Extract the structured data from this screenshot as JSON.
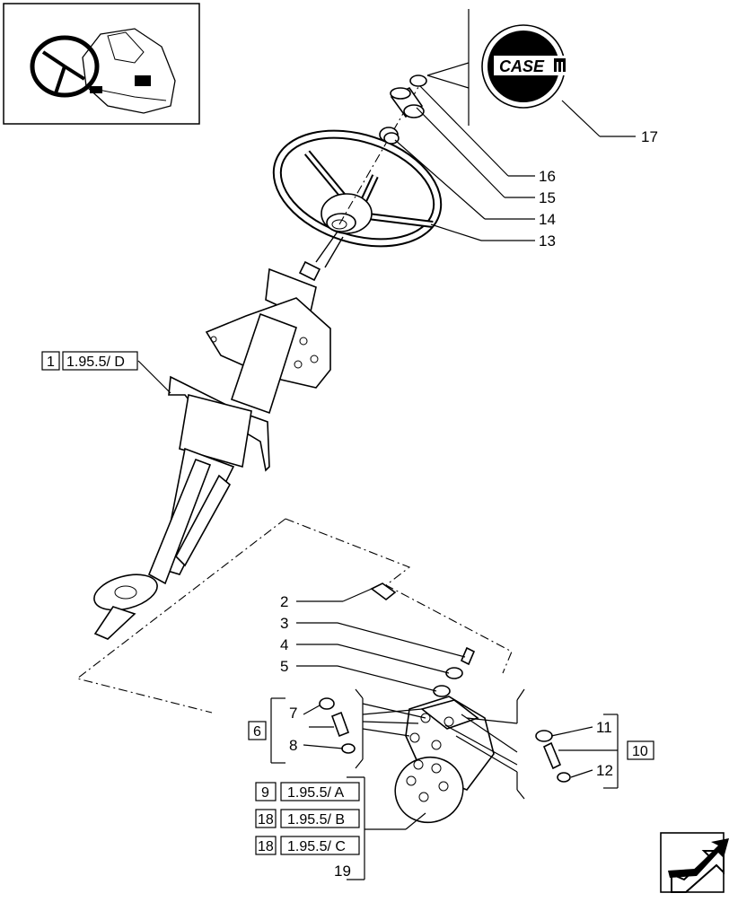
{
  "logo": {
    "brand_text": "CASE"
  },
  "callouts": {
    "c2": "2",
    "c3": "3",
    "c4": "4",
    "c5": "5",
    "c7": "7",
    "c8": "8",
    "c11": "11",
    "c12": "12",
    "c13": "13",
    "c14": "14",
    "c15": "15",
    "c16": "16",
    "c17": "17",
    "c19": "19"
  },
  "ref_boxes": {
    "r1": {
      "num": "1",
      "ref": "1.95.5/ D"
    },
    "r6": {
      "num": "6"
    },
    "r10": {
      "num": "10"
    },
    "r9": {
      "num": "9",
      "ref": "1.95.5/ A"
    },
    "r18a": {
      "num": "18",
      "ref": "1.95.5/ B"
    },
    "r18b": {
      "num": "18",
      "ref": "1.95.5/ C"
    }
  }
}
